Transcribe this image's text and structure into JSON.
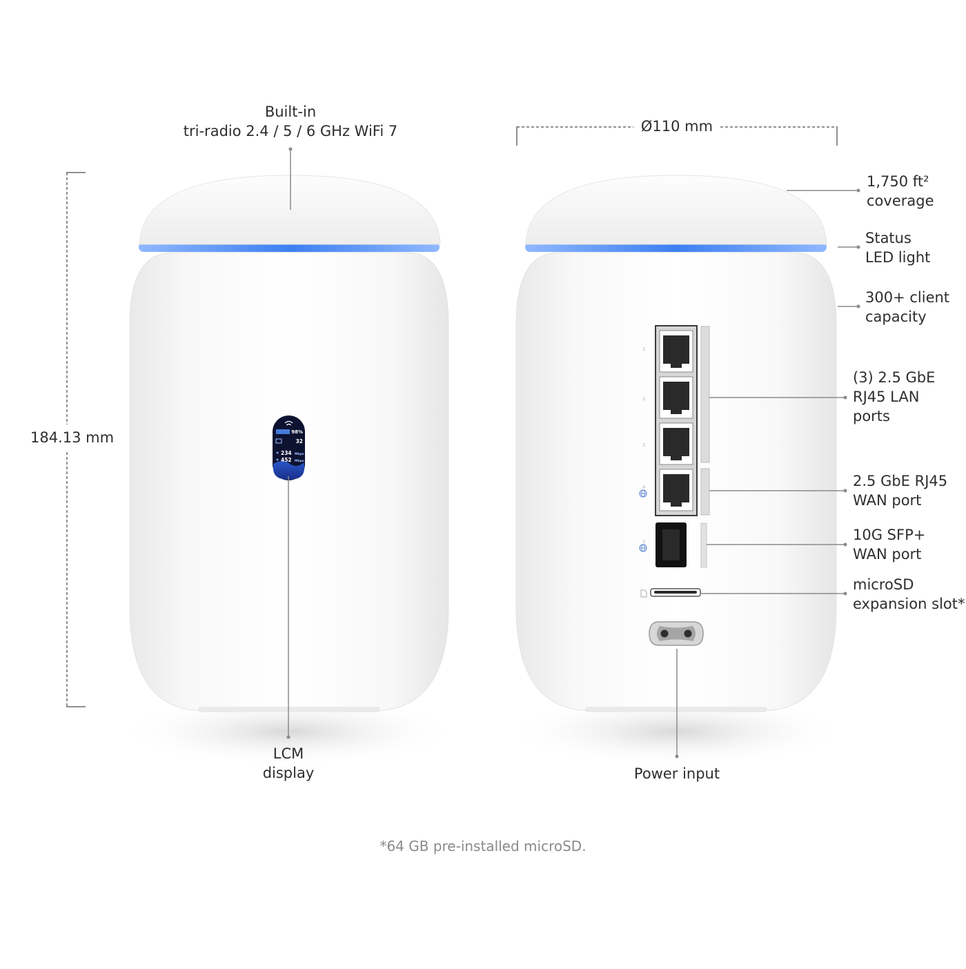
{
  "labels": {
    "wifi": [
      "Built-in",
      "tri-radio 2.4 / 5 / 6 GHz WiFi 7"
    ],
    "height": "184.13 mm",
    "diameter": "Ø110 mm",
    "lcm": [
      "LCM",
      "display"
    ],
    "coverage": [
      "1,750 ft²",
      "coverage"
    ],
    "status_led": [
      "Status",
      "LED light"
    ],
    "clients": [
      "300+ client",
      "capacity"
    ],
    "lan_ports": [
      "(3) 2.5 GbE",
      "RJ45 LAN",
      "ports"
    ],
    "wan_rj45": [
      "2.5 GbE RJ45",
      "WAN port"
    ],
    "wan_sfp": [
      "10G SFP+",
      "WAN port"
    ],
    "microsd": [
      "microSD",
      "expansion slot*"
    ],
    "power": "Power input"
  },
  "footnote": "*64 GB pre-installed microSD.",
  "lcm_screen": {
    "signal": "98%",
    "clients": "32",
    "download": "234",
    "upload": "452",
    "unit": "Mbps"
  },
  "port_numbers": [
    "1",
    "2",
    "3",
    "4",
    "5"
  ],
  "colors": {
    "led": "#4f8ef7",
    "body": "#f6f6f6",
    "leader": "#7a7a7a",
    "screen": "#0d1230"
  }
}
